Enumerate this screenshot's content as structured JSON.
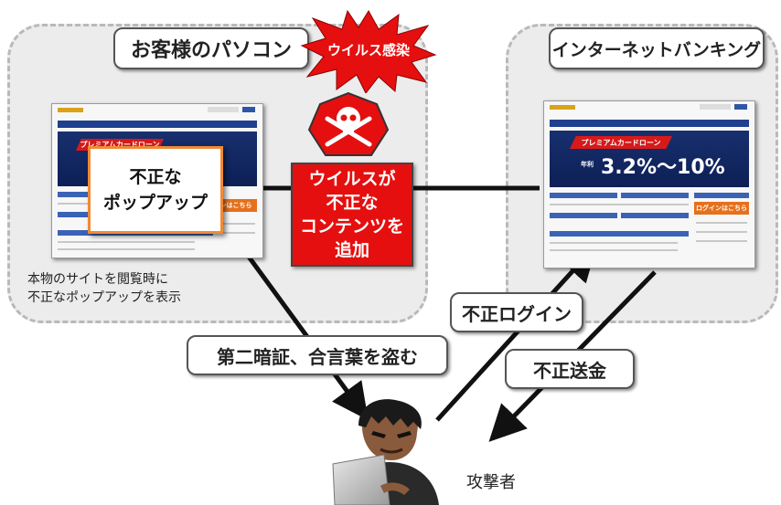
{
  "client_zone": {
    "title": "お客様のパソコン",
    "site_ribbon": "プレミアムカードローン",
    "popup_line1": "不正な",
    "popup_line2": "ポップアップ",
    "button_fragment": "ンはこちら",
    "caption_line1": "本物のサイトを閲覧時に",
    "caption_line2": "不正なポップアップを表示"
  },
  "virus": {
    "burst_label": "ウイルス感染",
    "skull_icon": "skull-crossbones",
    "box_line1": "ウイルスが",
    "box_line2": "不正な",
    "box_line3": "コンテンツを",
    "box_line4": "追加"
  },
  "bank_zone": {
    "title": "インターネットバンキング",
    "site_ribbon": "プレミアムカードローン",
    "rate_prefix": "年利",
    "rate_text": "3.2%～10%",
    "login_button": "ログインはこちら"
  },
  "flows": {
    "steal_label": "第二暗証、合言葉を盗む",
    "fraud_login_label": "不正ログイン",
    "fraud_transfer_label": "不正送金"
  },
  "attacker": {
    "label": "攻撃者",
    "icon": "hacker"
  },
  "colors": {
    "alert_red": "#e50f0f",
    "arrow_black": "#111111",
    "zone_grey": "#ececec",
    "site_navy": "#0d1f56"
  }
}
